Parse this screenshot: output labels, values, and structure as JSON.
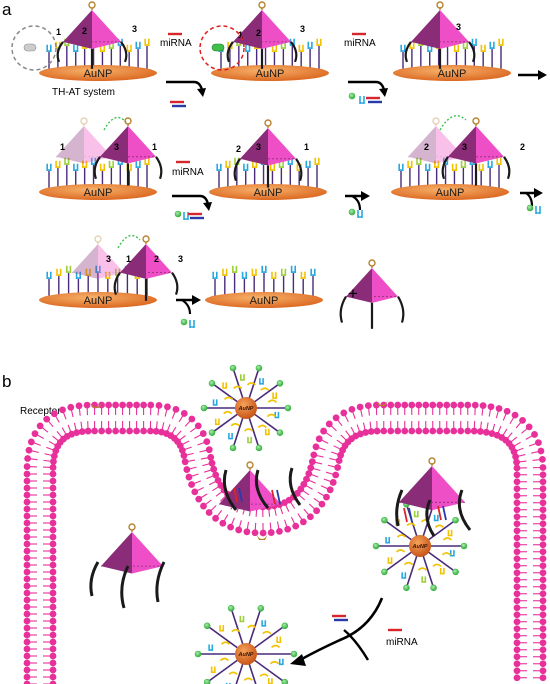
{
  "panels": {
    "a": "a",
    "b": "b"
  },
  "labels": {
    "aunp": "AuNP",
    "aunp_core": "AuNP",
    "mirna": "miRNA",
    "system": "TH-AT system",
    "receptor": "Receptor",
    "plus": "+",
    "n1": "1",
    "n2": "2",
    "n3": "3"
  },
  "colors": {
    "pink": "#e8309a",
    "pyramid_dark": "#8a2c78",
    "pyramid_light": "#ee4fc6",
    "nanoparticle": "#e9812b",
    "core": "#d86a1f",
    "strand": "#1a1a1a",
    "mirna_red": "#d6262b",
    "mirna_blue": "#2a3aa8",
    "hairpin_blue": "#29a8e0",
    "hairpin_yellow": "#f2c200",
    "hairpin_green": "#9ccf3a",
    "fluor_green": "#3fbf4a",
    "receptor": "#b8832f",
    "arrow": "#000000",
    "dashed_gray": "#8a8a8a",
    "dashed_red": "#e02020"
  },
  "icons": [
    "gold-nanoparticle-icon",
    "dna-tetrahedron-icon",
    "hairpin-probe-icon",
    "mirna-duplex-icon",
    "lipid-bilayer-icon",
    "receptor-icon"
  ]
}
